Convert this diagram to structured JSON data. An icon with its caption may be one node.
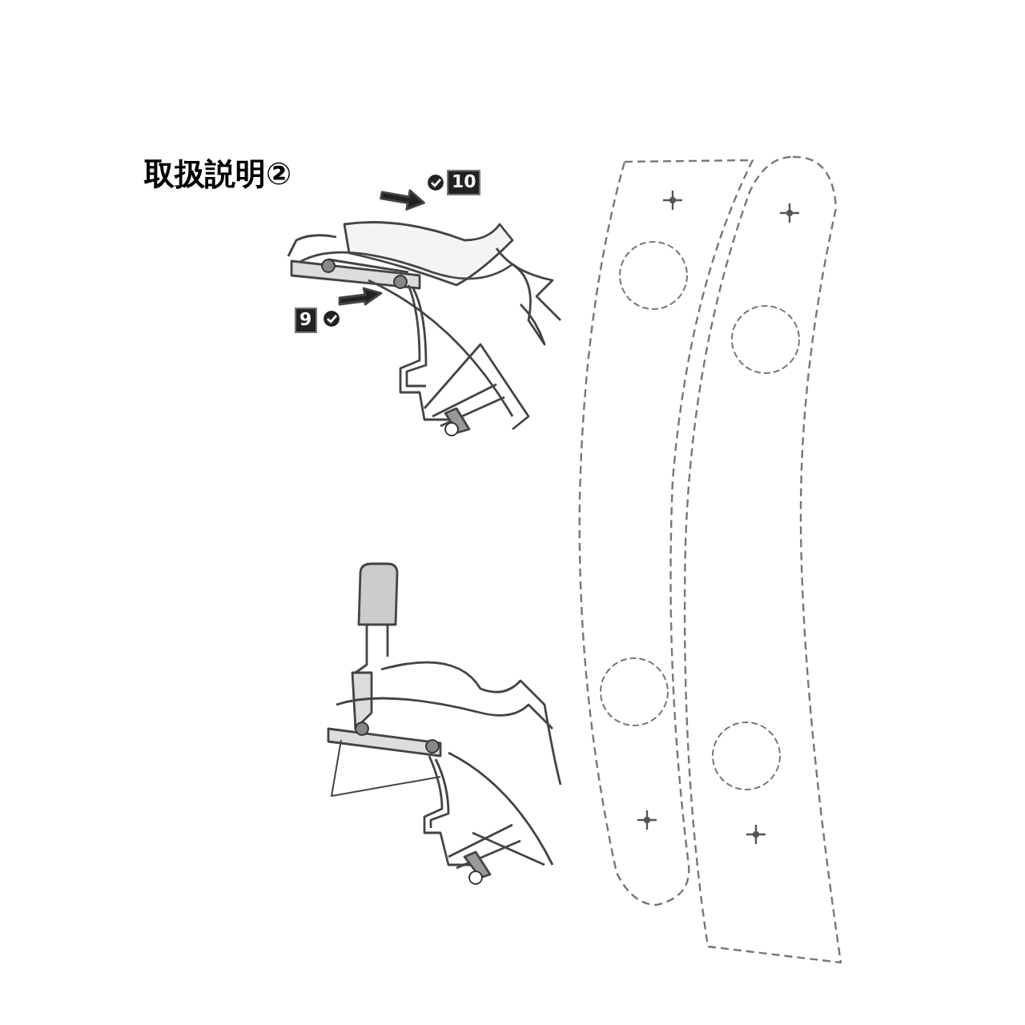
{
  "diagram": {
    "title": "取扱説明②",
    "labels": [
      "10",
      "9"
    ]
  }
}
